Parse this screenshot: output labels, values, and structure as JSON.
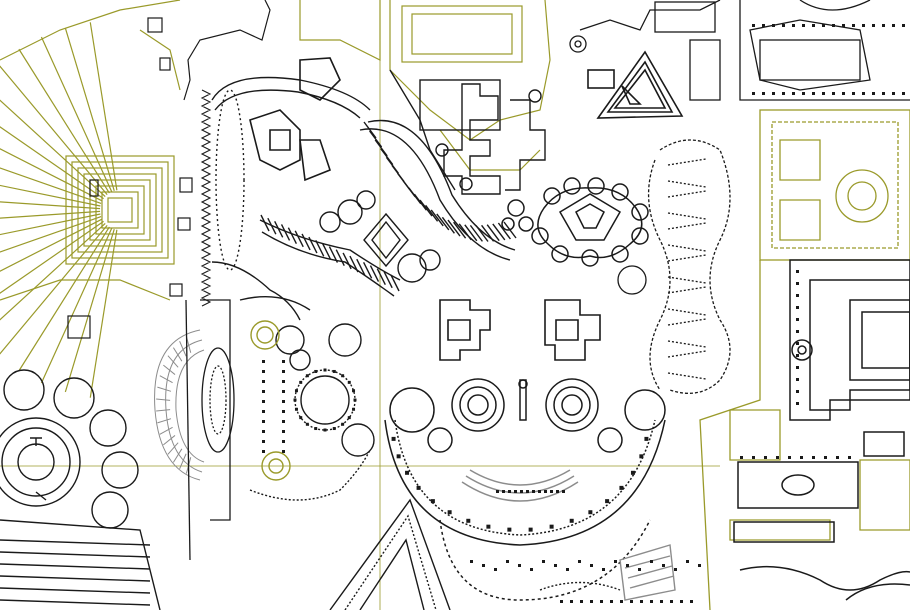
{
  "drawing": {
    "kind": "architectural ground plan (line drawing, no printed text)",
    "colors": {
      "background": "#ffffff",
      "ink": "#1a1a1a",
      "olive": "#9a9a2a",
      "gray": "#8c8c8c"
    },
    "visible_regions": [
      "west-radial-garden",
      "north-courtyard-garden",
      "serpentine-hemicycle",
      "domed-basilica-complex",
      "oval-amphitheater",
      "colonnade-court",
      "rotunda-cluster",
      "east-formal-garden",
      "southern-obelisk-triangle"
    ]
  }
}
